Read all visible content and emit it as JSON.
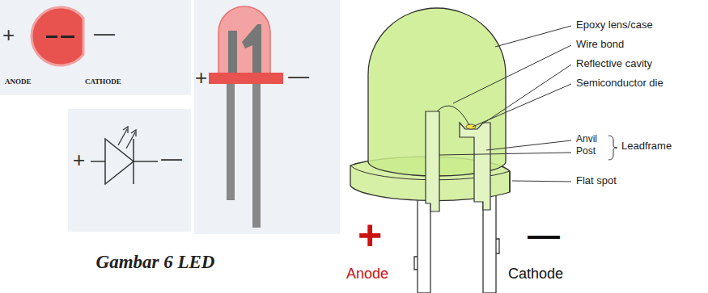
{
  "diagram": {
    "caption": "Gambar 6 LED",
    "labels": [
      "+",
      "—",
      "ANODE",
      "CATHODE",
      "+",
      "—",
      "+",
      "—",
      "Epoxy lens/case",
      "Wire bond",
      "Reflective cavity",
      "Semiconductor die",
      "Anvil",
      "Post",
      "Leadframe",
      "Flat spot",
      "+",
      "Anode",
      "—",
      "Cathode"
    ]
  }
}
